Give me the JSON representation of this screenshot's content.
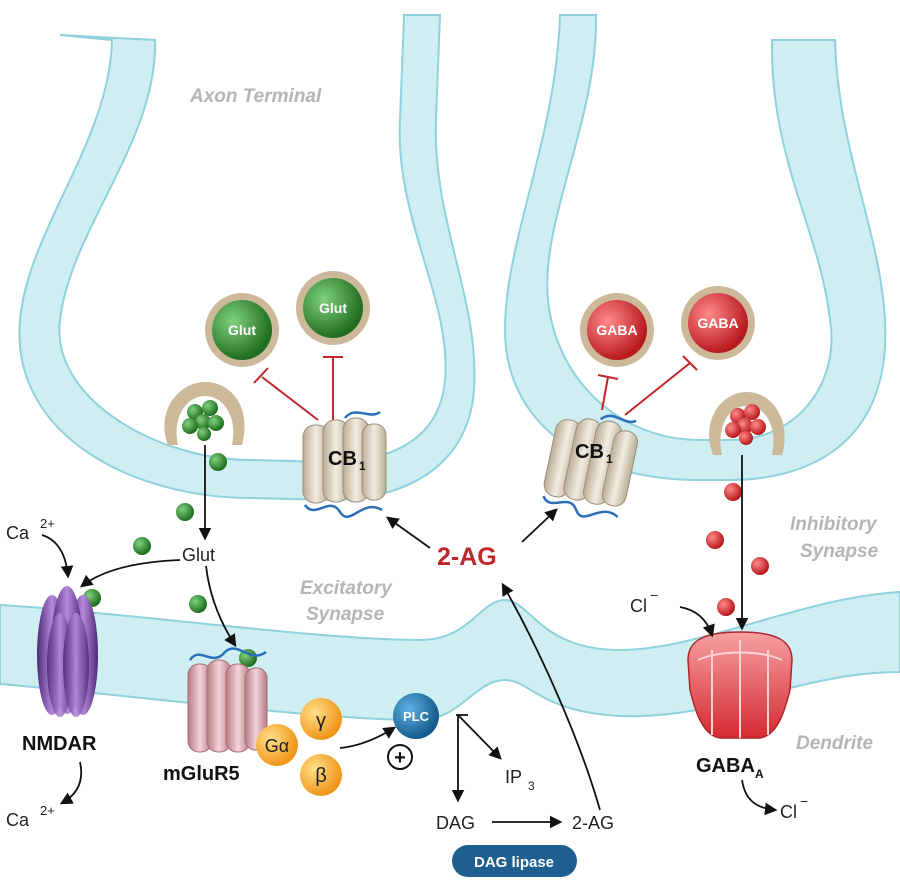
{
  "colors": {
    "membrane_fill": "#cfeef2",
    "membrane_stroke": "#8fd1dc",
    "glut_green": "#2e8b2e",
    "gaba_red": "#e0262b",
    "ag_red": "#c0272d",
    "nmdar_purple": "#7b4aa8",
    "mglur_pink": "#d9a4ad",
    "plc_blue": "#1f6fa8",
    "g_orange": "#f5a623",
    "vesicle_ring": "#cbb99a"
  },
  "regions": {
    "axon_terminal": "Axon Terminal",
    "excitatory_line1": "Excitatory",
    "excitatory_line2": "Synapse",
    "inhibitory_line1": "Inhibitory",
    "inhibitory_line2": "Synapse",
    "dendrite": "Dendrite"
  },
  "vesicles": {
    "glut_left": "Glut",
    "glut_right": "Glut",
    "gaba_left": "GABA",
    "gaba_right": "GABA"
  },
  "receptors": {
    "cb1_left": "CB",
    "cb1_left_sub": "1",
    "cb1_right": "CB",
    "cb1_right_sub": "1",
    "nmdar": "NMDAR",
    "mglur5": "mGluR5",
    "gaba_a": "GABA",
    "gaba_a_sub": "A"
  },
  "molecules": {
    "two_ag_center": "2-AG",
    "glut_label": "Glut",
    "ca_top": "Ca",
    "ca_top_sup": "2+",
    "ca_bottom": "Ca",
    "ca_bottom_sup": "2+",
    "cl_top": "Cl",
    "cl_top_sup": "−",
    "cl_bottom": "Cl",
    "cl_bottom_sup": "−",
    "g_alpha": "Gα",
    "g_gamma": "γ",
    "g_beta": "β",
    "plc": "PLC",
    "plus": "+",
    "ip3": "IP",
    "ip3_sub": "3",
    "dag": "DAG",
    "two_ag_bottom": "2-AG",
    "dag_lipase": "DAG lipase"
  }
}
